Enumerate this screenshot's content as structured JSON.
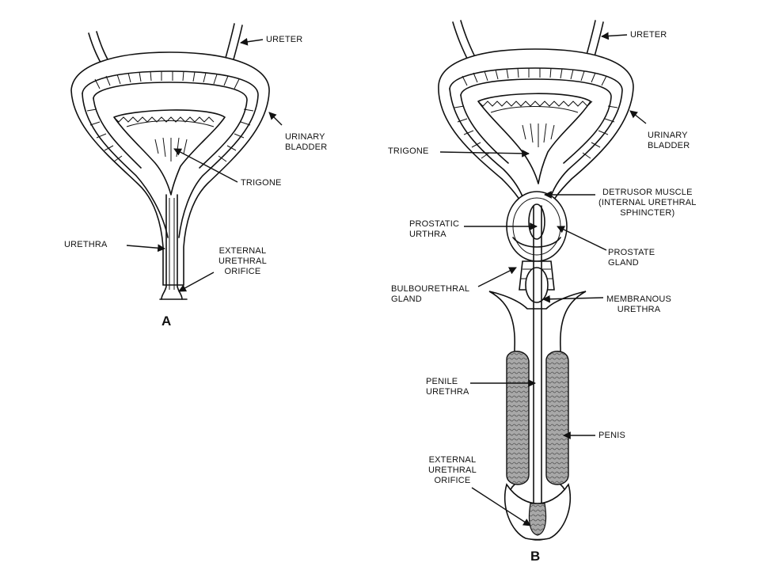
{
  "panels": {
    "a": {
      "letter": "A",
      "labels": {
        "ureter": "URETER",
        "urinary_bladder": "URINARY\nBLADDER",
        "trigone": "TRIGONE",
        "urethra": "URETHRA",
        "external_urethral_orifice": "EXTERNAL\nURETHRAL\nORIFICE"
      }
    },
    "b": {
      "letter": "B",
      "labels": {
        "ureter": "URETER",
        "urinary_bladder": "URINARY\nBLADDER",
        "trigone": "TRIGONE",
        "detrusor_muscle": "DETRUSOR MUSCLE\n(INTERNAL URETHRAL\nSPHINCTER)",
        "prostatic_urethra": "PROSTATIC\nURTHRA",
        "prostate_gland": "PROSTATE\nGLAND",
        "bulbourethral_gland": "BULBOURETHRAL\nGLAND",
        "membranous_urethra": "MEMBRANOUS\nURETHRA",
        "penile_urethra": "PENILE\nURETHRA",
        "penis": "PENIS",
        "external_urethral_orifice": "EXTERNAL\nURETHRAL\nORIFICE"
      }
    }
  }
}
